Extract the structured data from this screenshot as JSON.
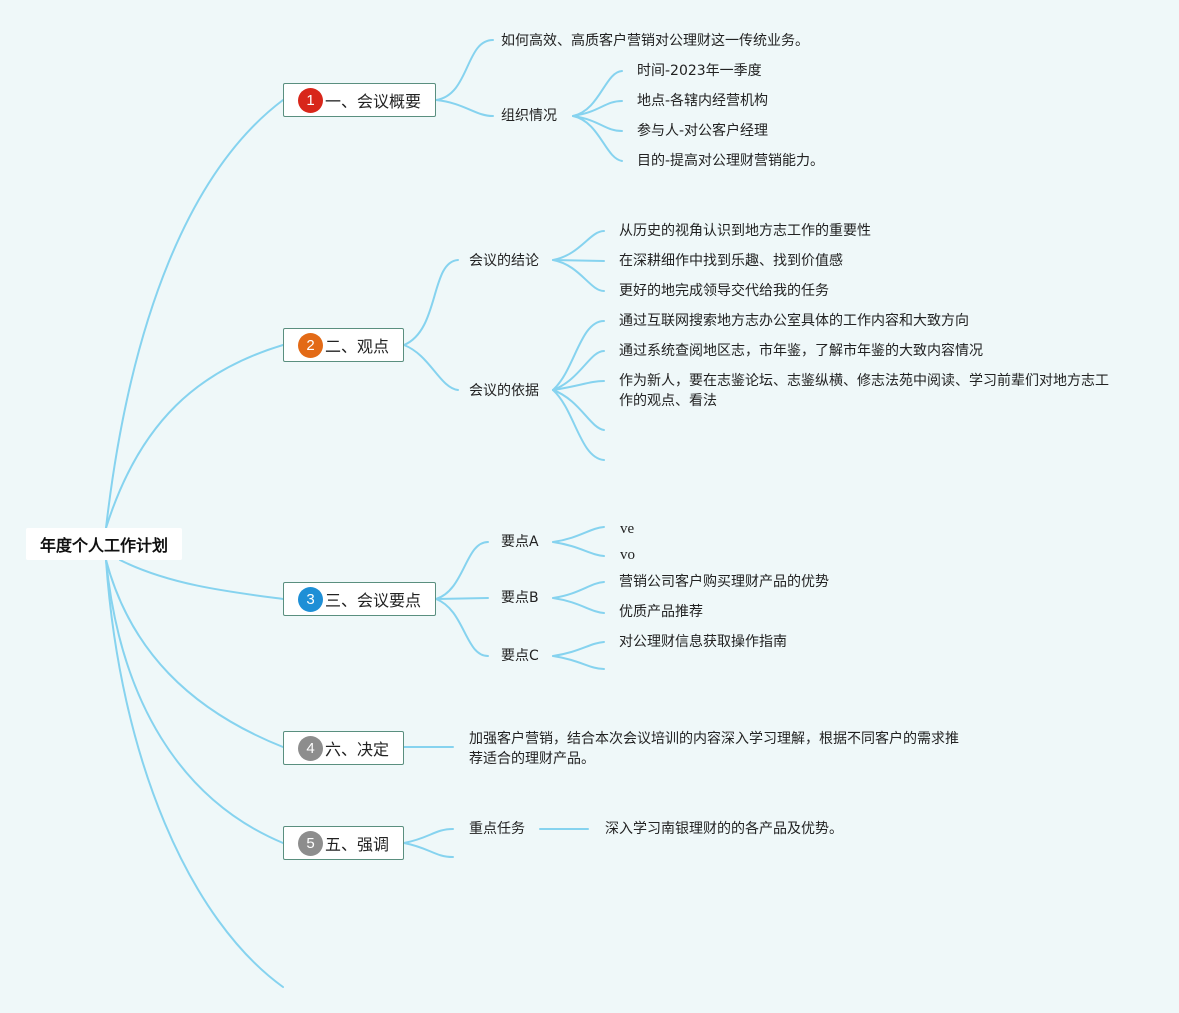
{
  "root": {
    "title": "年度个人工作计划"
  },
  "colors": {
    "line": "#86d3ef",
    "badge1": "#d8261a",
    "badge2": "#e36a16",
    "badge3": "#1e8fd6",
    "badge_gray": "#8d8d8d"
  },
  "branches": [
    {
      "number": "1",
      "label": "一、会议概要",
      "children": [
        {
          "label": "如何高效、高质客户营销对公理财这一传统业务。"
        },
        {
          "label": "组织情况",
          "children": [
            {
              "label": "时间-2023年一季度"
            },
            {
              "label": "地点-各辖内经营机构"
            },
            {
              "label": "参与人-对公客户经理"
            },
            {
              "label": "目的-提高对公理财营销能力。"
            }
          ]
        }
      ]
    },
    {
      "number": "2",
      "label": "二、观点",
      "children": [
        {
          "label": "会议的结论",
          "children": [
            {
              "label": "从历史的视角认识到地方志工作的重要性"
            },
            {
              "label": "在深耕细作中找到乐趣、找到价值感"
            },
            {
              "label": "更好的地完成领导交代给我的任务"
            }
          ]
        },
        {
          "label": "会议的依据",
          "children": [
            {
              "label": "通过互联网搜索地方志办公室具体的工作内容和大致方向"
            },
            {
              "label": "通过系统查阅地区志，市年鉴，了解市年鉴的大致内容情况"
            },
            {
              "label": "作为新人，要在志鉴论坛、志鉴纵横、修志法苑中阅读、学习前辈们对地方志工作的观点、看法"
            }
          ]
        }
      ]
    },
    {
      "number": "3",
      "label": "三、会议要点",
      "children": [
        {
          "label": "要点A",
          "children": [
            {
              "label": "ve"
            },
            {
              "label": "vo"
            }
          ]
        },
        {
          "label": "要点B",
          "children": [
            {
              "label": "营销公司客户购买理财产品的优势"
            },
            {
              "label": "优质产品推荐"
            }
          ]
        },
        {
          "label": "要点C",
          "children": [
            {
              "label": "对公理财信息获取操作指南"
            }
          ]
        }
      ]
    },
    {
      "number": "4",
      "label": "六、决定",
      "children": [
        {
          "label": "加强客户营销，结合本次会议培训的内容深入学习理解，根据不同客户的需求推荐适合的理财产品。"
        }
      ]
    },
    {
      "number": "5",
      "label": "五、强调",
      "children": [
        {
          "label": "重点任务",
          "children": [
            {
              "label": "深入学习南银理财的的各产品及优势。"
            }
          ]
        }
      ]
    }
  ]
}
